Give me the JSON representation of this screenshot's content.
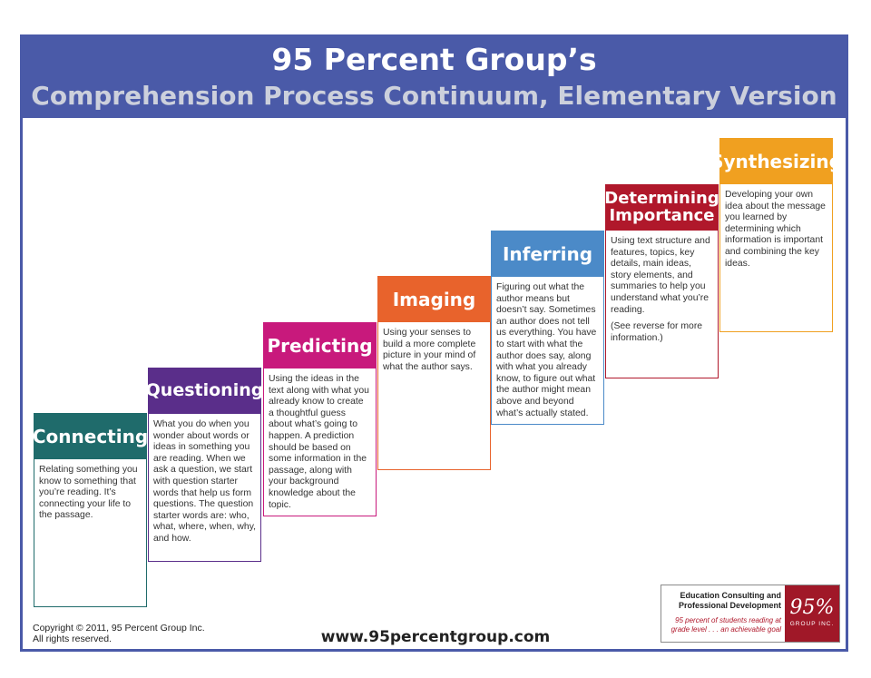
{
  "header": {
    "title": "95 Percent Group’s",
    "subtitle": "Comprehension Process Continuum, Elementary Version"
  },
  "steps": [
    {
      "title": "Connecting",
      "text": "Relating something you know to something that you’re reading. It’s connecting your life to the passage."
    },
    {
      "title": "Questioning",
      "text": "What you do when you wonder about words or ideas in something you are reading. When we ask a question, we start with question starter words that help us form questions. The question starter words are: who, what, where, when, why, and how."
    },
    {
      "title": "Predicting",
      "text": "Using the ideas in the text along with what you already know to create a thoughtful guess about what’s going to happen. A prediction should be based on some information in the passage, along with your background knowledge about the topic."
    },
    {
      "title": "Imaging",
      "text": "Using your senses to build a more complete picture in your mind of what the author says."
    },
    {
      "title": "Inferring",
      "text": "Figuring out what the author means but doesn’t say. Sometimes an author does not tell us everything. You have to start with what the author does say, along with what you already know, to figure out what the author might mean above and beyond what’s actually stated."
    },
    {
      "title": "Determining Importance",
      "text": "Using text structure and features, topics, key details, main ideas, story elements, and summaries to help you understand what you’re reading.",
      "note": "(See reverse for more information.)"
    },
    {
      "title": "Synthesizing",
      "text": "Developing your own idea about the message you learned by determining which information is important and combining the key ideas."
    }
  ],
  "footer": {
    "copyright_line1": "Copyright © 2011, 95 Percent Group Inc.",
    "copyright_line2": "All rights reserved.",
    "website": "www.95percentgroup.com"
  },
  "logo": {
    "line1": "Education Consulting and Professional Development",
    "tagline": "95 percent of students reading at grade level . . . an achievable goal",
    "mark": "95%",
    "mark_sub": "GROUP INC."
  },
  "colors": {
    "header": "#4a5aa8",
    "connecting": "#1f6b6b",
    "questioning": "#5a2e8a",
    "predicting": "#c8197c",
    "imaging": "#e8632c",
    "inferring": "#4b8ac8",
    "determining_importance": "#b0182b",
    "synthesizing": "#f0a020"
  }
}
